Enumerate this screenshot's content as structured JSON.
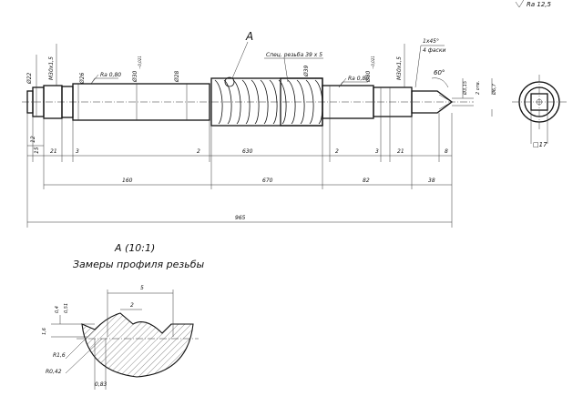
{
  "corner": {
    "roughness": "Ra 12,5"
  },
  "callout": {
    "view_letter": "А"
  },
  "labels": {
    "thread_spec": "Спец. резьба 39 х 5",
    "chamfer_line1": "1х45°",
    "chamfer_line2": "4 фаски",
    "angle_60": "60°",
    "d_left_end": "Ø22",
    "d_m30_left": "М30х1,5",
    "d26": "Ø26",
    "ra_left": "Ra 0,80",
    "d30_left": "Ø30",
    "d30_left_tol": "−0,021",
    "d28": "Ø28",
    "d39": "Ø39",
    "d30_right": "Ø30",
    "d30_right_tol": "−0,021",
    "ra_right": "Ra 0,80",
    "d_m30_right": "М30х1,5",
    "d315": "Ø3,15",
    "two_holes": "2 отв.",
    "d67": "Ø6,7",
    "square": "□17"
  },
  "dims": {
    "d12": "12",
    "d15": "15",
    "d21a": "21",
    "d3a": "3",
    "d2a": "2",
    "d630": "630",
    "d2b": "2",
    "d3b": "3",
    "d21b": "21",
    "d8": "8",
    "d160": "160",
    "d670": "670",
    "d82": "82",
    "d38": "38",
    "d965": "965"
  },
  "detail": {
    "title": "А (10:1)",
    "subtitle": "Замеры профиля резьбы",
    "d5": "5",
    "d2": "2",
    "d04": "0,4",
    "d051": "0,51",
    "d16": "1,6",
    "r16": "R1,6",
    "r042": "R0,42",
    "d083": "0,83"
  }
}
